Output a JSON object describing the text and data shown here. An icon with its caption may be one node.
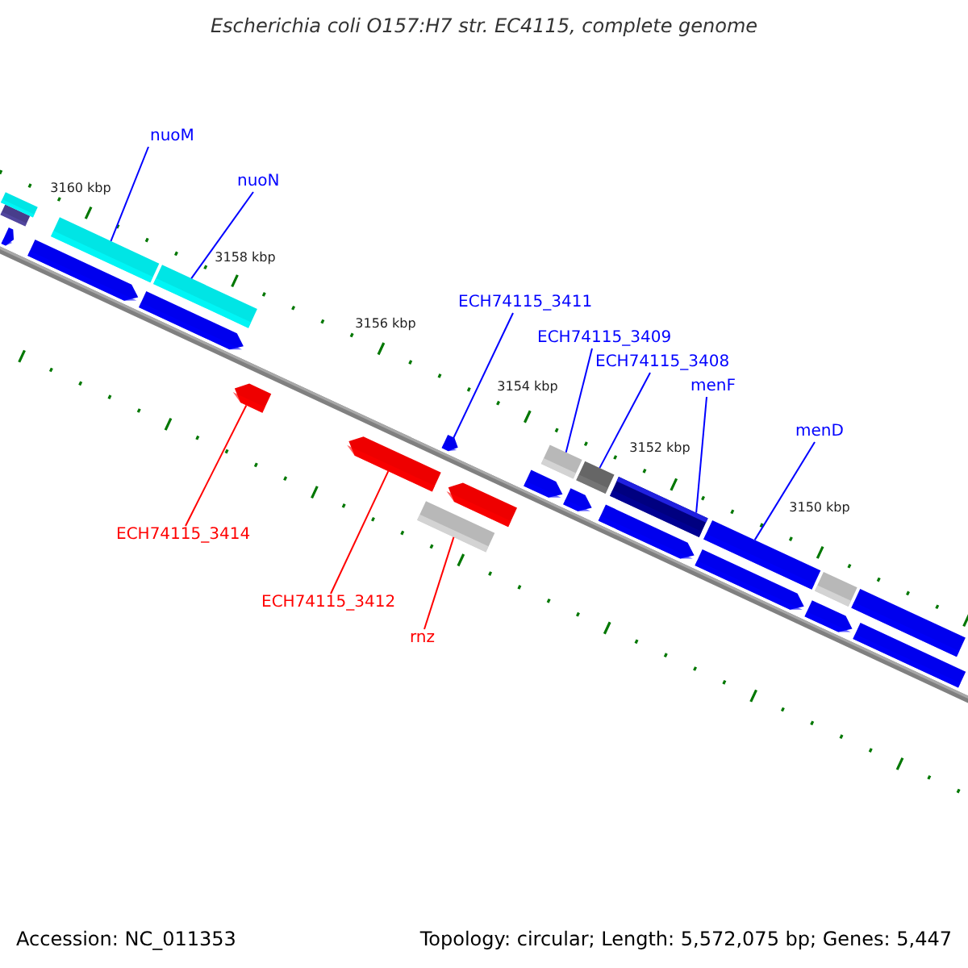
{
  "diagram": {
    "title": "Escherichia coli O157:H7 str. EC4115, complete genome",
    "nodes": [
      {
        "text": [
          "nuoM"
        ]
      },
      {
        "text": [
          "nuoN"
        ]
      },
      {
        "text": [
          "ECH74115_3411"
        ]
      },
      {
        "text": [
          "ECH74115_3409"
        ]
      },
      {
        "text": [
          "ECH74115_3408"
        ]
      },
      {
        "text": [
          "menF"
        ]
      },
      {
        "text": [
          "menD"
        ]
      },
      {
        "text": [
          "ECH74115_3414"
        ]
      },
      {
        "text": [
          "ECH74115_3412"
        ]
      },
      {
        "text": [
          "rnz"
        ]
      },
      {
        "text": [],
        "shape": "bar"
      },
      {
        "text": [],
        "shape": "bar"
      },
      {
        "text": [],
        "shape": "bar"
      },
      {
        "text": [],
        "shape": "bar"
      },
      {
        "text": [],
        "shape": "bar"
      },
      {
        "text": [],
        "shape": "bar"
      },
      {
        "text": [],
        "shape": "bar"
      },
      {
        "text": [],
        "shape": "bar"
      },
      {
        "text": [],
        "shape": "bar"
      },
      {
        "text": [],
        "shape": "bar"
      },
      {
        "text": [],
        "shape": "bar"
      },
      {
        "text": [],
        "shape": "bar"
      },
      {
        "text": [],
        "shape": "bar"
      },
      {
        "text": [],
        "shape": "bar"
      },
      {
        "text": [],
        "shape": "bar"
      },
      {
        "text": [],
        "shape": "bar"
      },
      {
        "text": [],
        "shape": "bar"
      },
      {
        "text": [],
        "shape": "bar"
      },
      {
        "text": [],
        "shape": "bar"
      },
      {
        "text": [],
        "shape": "bar"
      },
      {
        "text": [],
        "shape": "bar"
      },
      {
        "text": [],
        "shape": "bar"
      },
      {
        "text": [],
        "shape": "bar"
      },
      {
        "text": [],
        "shape": "bar"
      }
    ],
    "edges": [
      {
        "from": 0,
        "to": 14,
        "arrow": "none"
      },
      {
        "from": 1,
        "to": 16,
        "arrow": "none"
      },
      {
        "from": 2,
        "to": 20,
        "arrow": "none"
      },
      {
        "from": 3,
        "to": 23,
        "arrow": "none"
      },
      {
        "from": 4,
        "to": 25,
        "arrow": "none"
      },
      {
        "from": 5,
        "to": 27,
        "arrow": "none"
      },
      {
        "from": 6,
        "to": 29,
        "arrow": "none"
      },
      {
        "from": 7,
        "to": 17,
        "arrow": "none",
        "color": "#ff0000"
      },
      {
        "from": 8,
        "to": 18,
        "arrow": "none",
        "color": "#ff0000"
      },
      {
        "from": 9,
        "to": 19,
        "arrow": "none",
        "color": "#ff0000"
      }
    ],
    "labels": [
      "3160 kbp",
      "3158 kbp",
      "3156 kbp",
      "3154 kbp",
      "3152 kbp",
      "3150 kbp",
      "Accession: NC_011353",
      "Topology: circular; Length: 5,572,075 bp; Genes: 5,447"
    ]
  }
}
